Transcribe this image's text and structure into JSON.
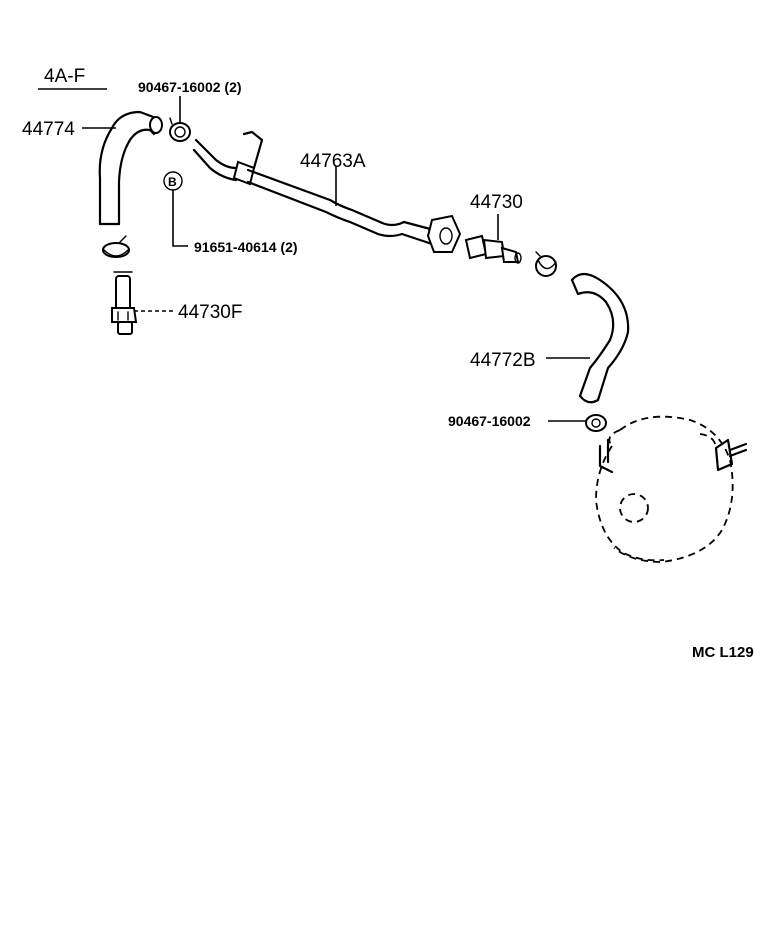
{
  "diagram": {
    "variant_label": "4A-F",
    "code_label": "MC  L129",
    "bolt_marker": "B",
    "parts": {
      "hose_44774": "44774",
      "clip_top": "90467-16002 (2)",
      "bolt_91651": "91651-40614 (2)",
      "valve_44730F": "44730F",
      "pipe_44763A": "44763A",
      "valve_44730": "44730",
      "hose_44772B": "44772B",
      "clip_bottom": "90467-16002"
    },
    "icons": {
      "bolt": "circled-letter",
      "booster": "vacuum-booster-dashed"
    }
  }
}
